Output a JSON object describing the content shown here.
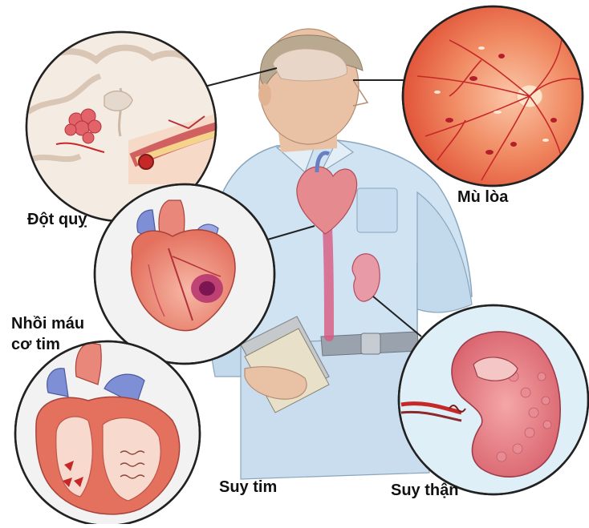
{
  "labels": {
    "stroke": "Đột quỵ",
    "blindness": "Mù lòa",
    "infarction_line1": "Nhồi máu",
    "infarction_line2": "cơ tim",
    "heart_failure": "Suy tim",
    "kidney_failure": "Suy thận"
  },
  "colors": {
    "shirt": "#cfe3f3",
    "skin": "#e9c2a6",
    "hair": "#b9a990",
    "retina": "#e95a3c",
    "vessel_red": "#c62828",
    "vessel_blue": "#5b7fc4",
    "kidney": "#d36a73",
    "circle_bg": "#f2f2f2",
    "outline": "#222222"
  },
  "icons": [
    "brain-icon",
    "retina-icon",
    "heart-icon",
    "heart-section-icon",
    "kidney-icon"
  ]
}
